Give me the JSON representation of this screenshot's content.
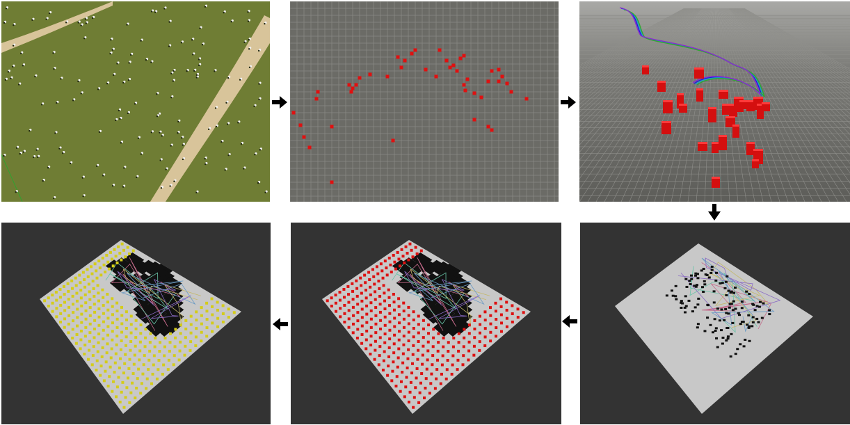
{
  "figure": {
    "panels": [
      {
        "id": "p1",
        "content": "aerial-field-with-plants"
      },
      {
        "id": "p2",
        "content": "detections-on-grid"
      },
      {
        "id": "p3",
        "content": "3d-obstacles-with-trajectories"
      },
      {
        "id": "p4",
        "content": "occupancy-points-on-plane"
      },
      {
        "id": "p5",
        "content": "inflated-map-with-candidate-points"
      },
      {
        "id": "p6",
        "content": "inflated-map-with-selected-points"
      }
    ],
    "arrows": [
      {
        "from": "p1",
        "to": "p2",
        "direction": "right"
      },
      {
        "from": "p2",
        "to": "p3",
        "direction": "right"
      },
      {
        "from": "p3",
        "to": "p4",
        "direction": "down"
      },
      {
        "from": "p4",
        "to": "p5",
        "direction": "left"
      },
      {
        "from": "p5",
        "to": "p6",
        "direction": "left"
      }
    ]
  },
  "colors": {
    "field_grass": "#6f7d34",
    "dirt_path": "#d8c49a",
    "sim_grid_bg": "#6b6b66",
    "grid_line": "#8a8a86",
    "obstacle_red": "#e01010",
    "dark_panel": "#333333",
    "plane": "#c8c8c8",
    "occupied": "#111111",
    "candidate_red": "#dd1111",
    "selected_yellow": "#d4cc1a",
    "arrow": "#000000"
  }
}
